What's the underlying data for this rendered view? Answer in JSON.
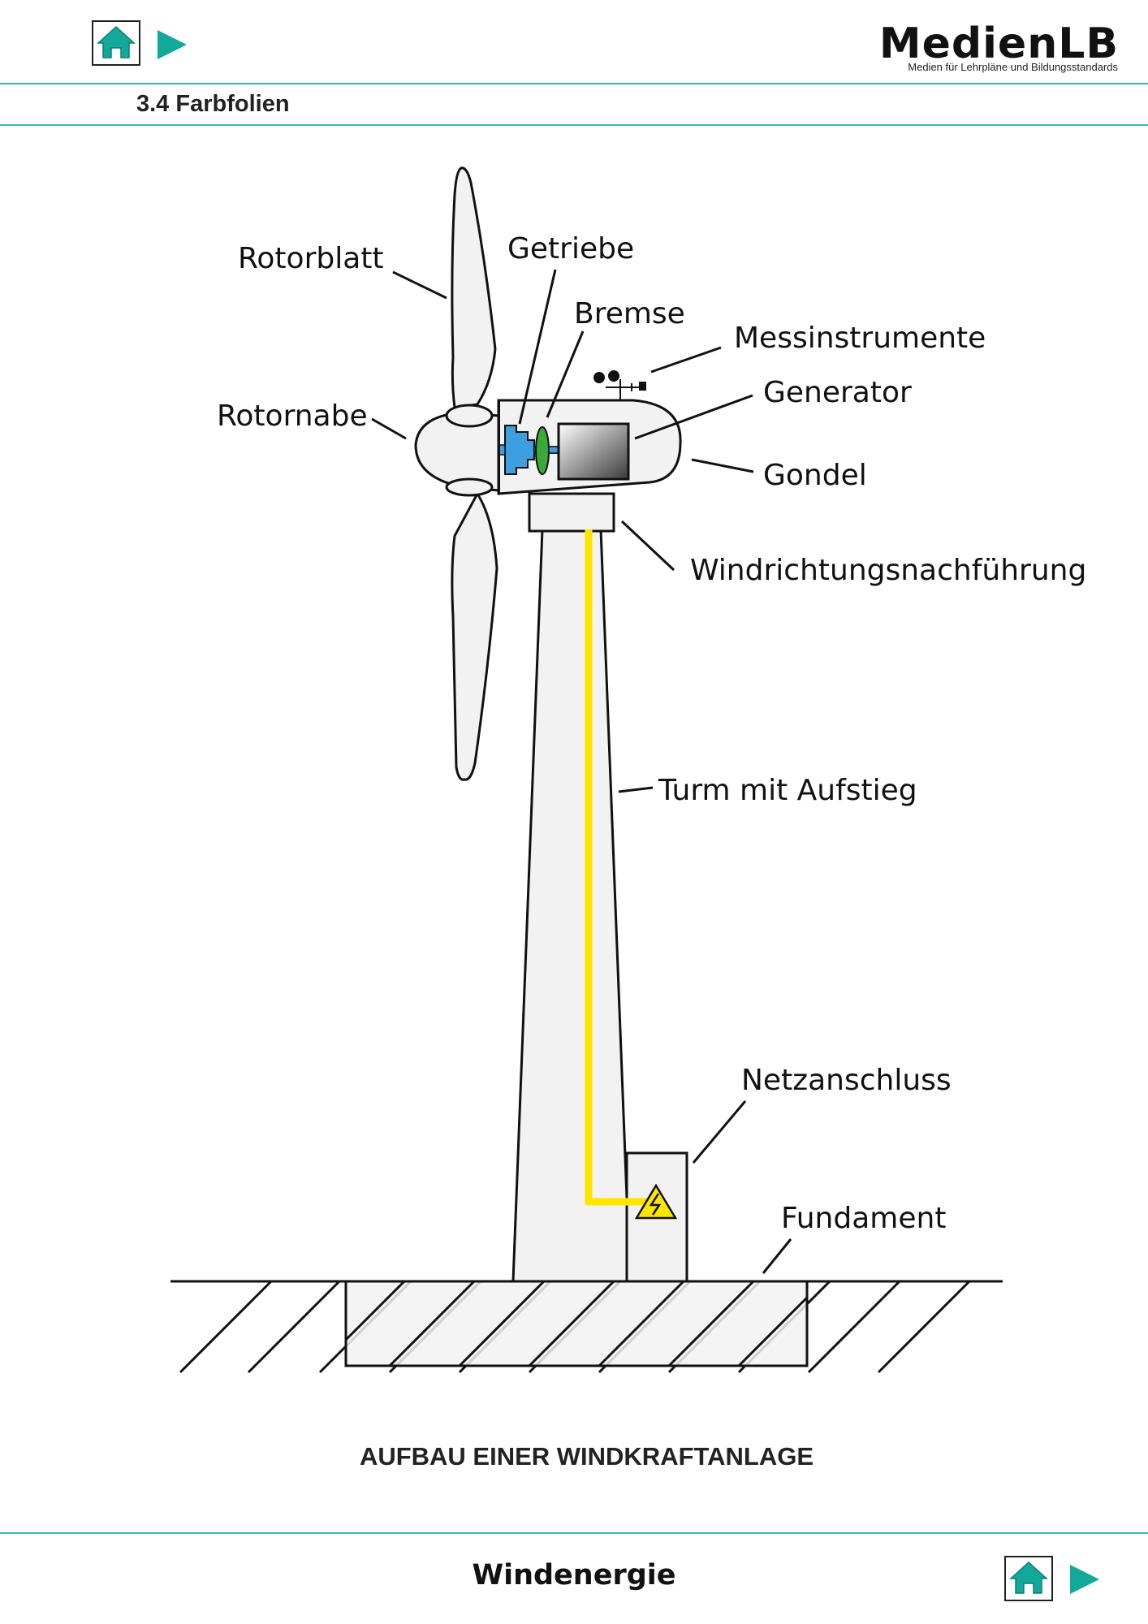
{
  "header": {
    "home_icon": "home-icon",
    "next_icon": "play-arrow-icon",
    "logo_title": "MedienLB",
    "logo_subtitle": "Medien für Lehrpläne und Bildungsstandards",
    "section_title": "3.4 Farbfolien"
  },
  "diagram": {
    "labels": {
      "rotorblatt": "Rotorblatt",
      "getriebe": "Getriebe",
      "bremse": "Bremse",
      "messinstrumente": "Messinstrumente",
      "generator": "Generator",
      "rotornabe": "Rotornabe",
      "gondel": "Gondel",
      "windrichtung": "Windrichtungsnachführung",
      "turm": "Turm mit Aufstieg",
      "netzanschluss": "Netzanschluss",
      "fundament": "Fundament"
    },
    "colors": {
      "accent": "#3fb5a5",
      "gearbox": "#3d9ee0",
      "brake": "#3aa93a",
      "cable": "#ffe600",
      "warning": "#ffe600",
      "fill": "#f2f2f2"
    },
    "caption": "AUFBAU EINER WINDKRAFTANLAGE"
  },
  "footer": {
    "title": "Windenergie",
    "home_icon": "home-icon",
    "next_icon": "play-arrow-icon"
  }
}
